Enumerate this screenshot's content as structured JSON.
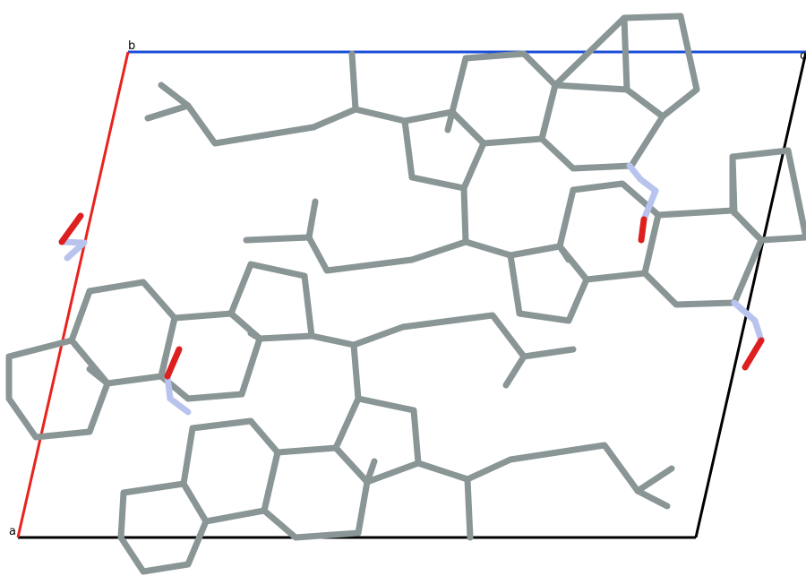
{
  "axis_labels": {
    "origin": "a",
    "top_left": "b",
    "top_right": "c"
  },
  "colors": {
    "axis_a": "#e8231c",
    "axis_b": "#1c4fd8",
    "cell_edge": "#000000",
    "bond": "#8a9596",
    "bond_shade": "#5f6a6b",
    "nitrogen": "#b8c4ee",
    "oxygen": "#dd1f1f"
  },
  "molecule_parts": [
    "steroid-backbone",
    "side-chain",
    "nitroso-group"
  ]
}
